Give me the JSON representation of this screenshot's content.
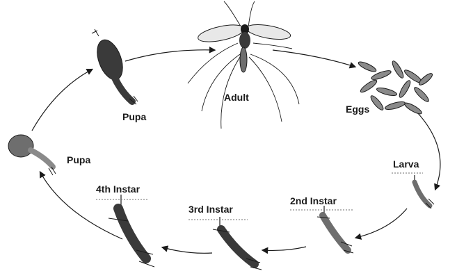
{
  "diagram": {
    "stages": {
      "adult": "Adult",
      "eggs": "Eggs",
      "larva": "Larva",
      "second_instar": "2nd Instar",
      "third_instar": "3rd Instar",
      "fourth_instar": "4th Instar",
      "pupa_left": "Pupa",
      "pupa_upper": "Pupa"
    },
    "colors": {
      "ink": "#1a1a1a",
      "shade": "#6e6e6e",
      "light": "#bdbdbd",
      "background": "#ffffff"
    }
  }
}
